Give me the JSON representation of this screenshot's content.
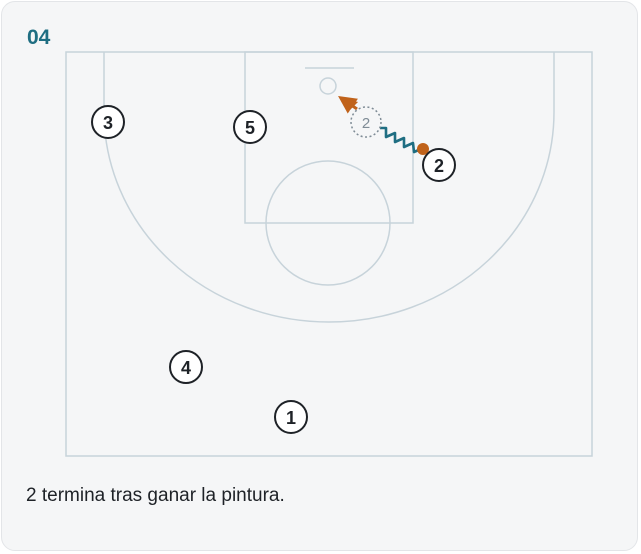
{
  "play": {
    "number": "04",
    "caption": "2 termina tras ganar la pintura."
  },
  "players": [
    {
      "id": "p1",
      "label": "1"
    },
    {
      "id": "p2",
      "label": "2"
    },
    {
      "id": "p3",
      "label": "3"
    },
    {
      "id": "p4",
      "label": "4"
    },
    {
      "id": "p5",
      "label": "5"
    },
    {
      "id": "p2-ghost",
      "label": "2"
    }
  ],
  "colors": {
    "court_lines": "#c7d3da",
    "dribble": "#1f6e82",
    "shot": "#c0621a",
    "ball": "#c0621a",
    "player": "#1e2227"
  }
}
